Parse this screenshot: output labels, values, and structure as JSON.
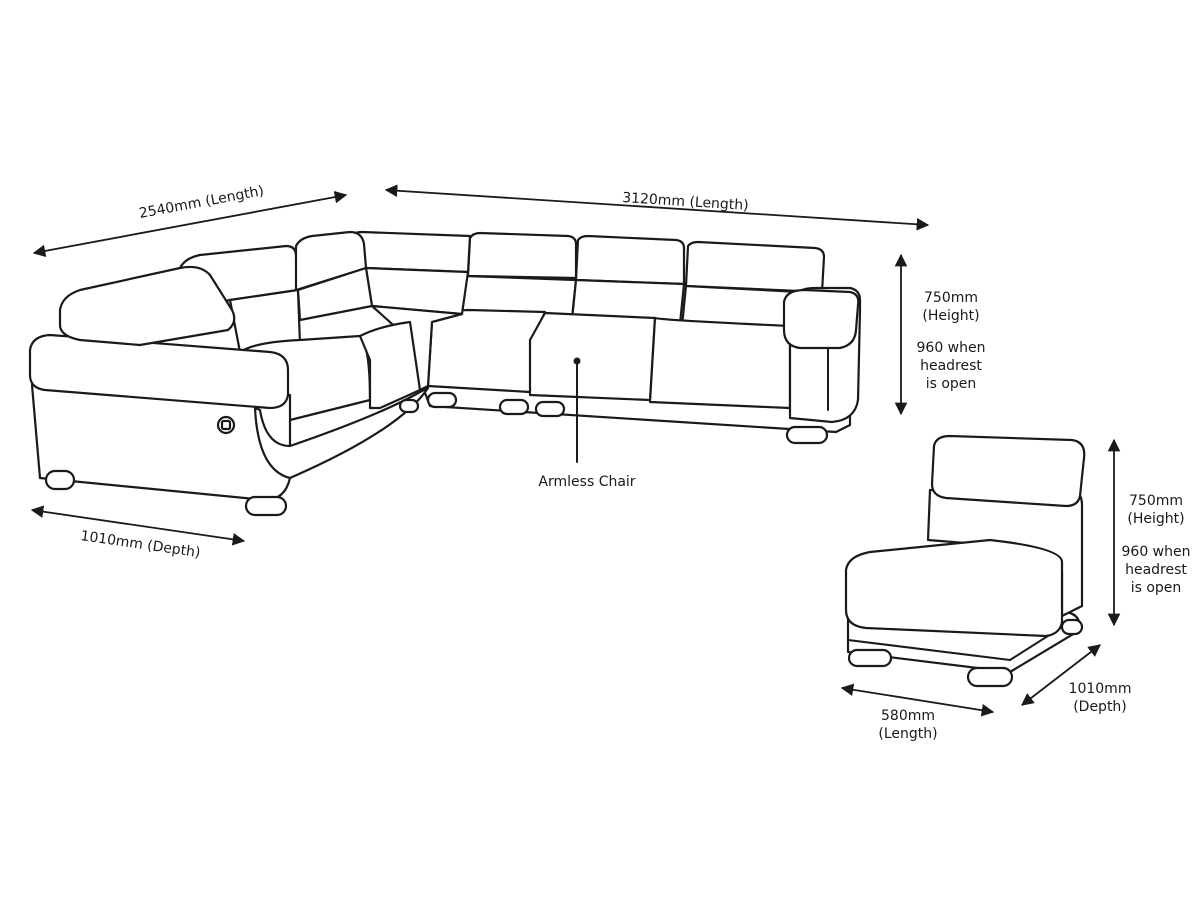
{
  "sectional": {
    "length_left": "2540mm (Length)",
    "length_right": "3120mm (Length)",
    "depth": "1010mm (Depth)",
    "height": "750mm",
    "height_note": "(Height)",
    "open_line1": "960 when",
    "open_line2": "headrest",
    "open_line3": "is open",
    "callout": "Armless Chair"
  },
  "chair": {
    "height": "750mm",
    "height_note": "(Height)",
    "open_line1": "960 when",
    "open_line2": "headrest",
    "open_line3": "is open",
    "length_value": "580mm",
    "length_note": "(Length)",
    "depth_value": "1010mm",
    "depth_note": "(Depth)"
  }
}
